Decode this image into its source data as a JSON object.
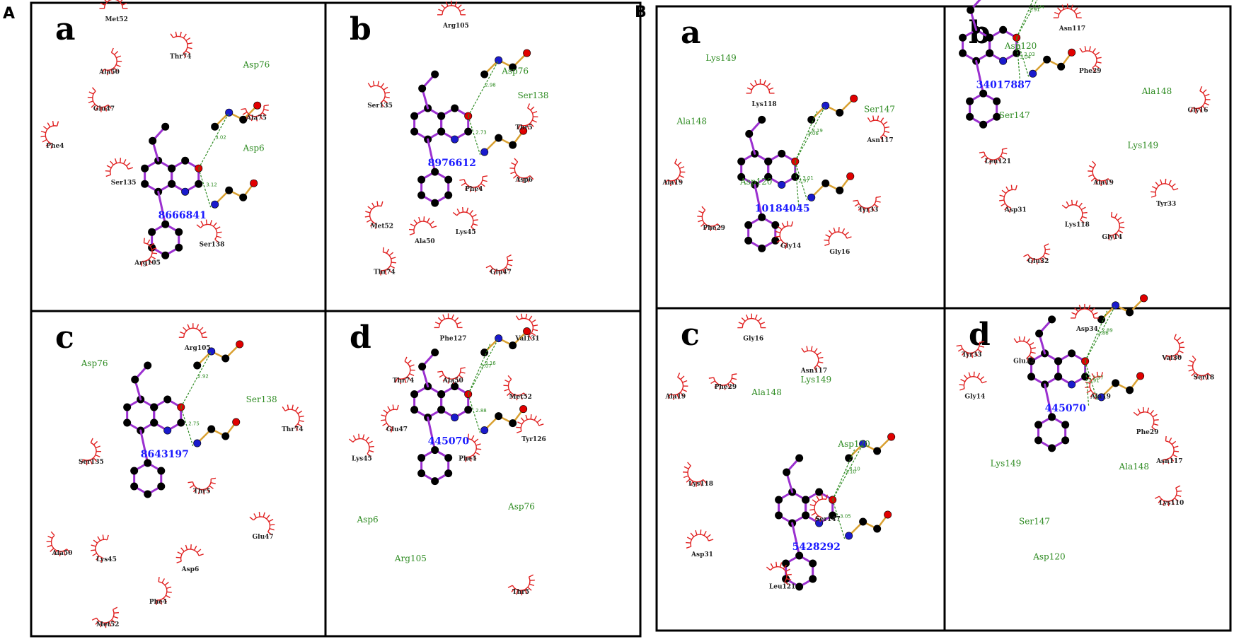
{
  "section_labels": [
    "A",
    "B"
  ],
  "sections": [
    {
      "label": "A",
      "panels": [
        {
          "letter": "a",
          "compound_id": "8666841",
          "hbond_residues": [
            "Asp76",
            "Asp6"
          ],
          "hbond_distances": [
            "3.02",
            "3.12"
          ],
          "hydrophobic_residues": [
            "Met52",
            "Thr74",
            "Ala50",
            "Ala75",
            "Glu47",
            "Phe4",
            "Ser135",
            "Ser138",
            "Arg105"
          ]
        },
        {
          "letter": "b",
          "compound_id": "8976612",
          "hbond_residues": [
            "Asp76",
            "Ser138"
          ],
          "hbond_distances": [
            "2.98",
            "2.73"
          ],
          "hydrophobic_residues": [
            "Arg105",
            "Ser135",
            "Thr5",
            "Phe4",
            "Asp6",
            "Met52",
            "Ala50",
            "Lys45",
            "Thr74",
            "Glu47"
          ]
        },
        {
          "letter": "c",
          "compound_id": "8643197",
          "hbond_residues": [
            "Asp76",
            "Ser138"
          ],
          "hbond_distances": [
            "2.92",
            "2.75"
          ],
          "hydrophobic_residues": [
            "Arg105",
            "Thr74",
            "Ser135",
            "Thr5",
            "Ala50",
            "Lys45",
            "Asp6",
            "Glu47",
            "Phe4",
            "Met52"
          ]
        },
        {
          "letter": "d",
          "compound_id": "445070",
          "hbond_residues": [
            "Asp6",
            "Asp76",
            "Arg105"
          ],
          "hbond_distances": [
            "3.16",
            "2.88",
            "3.07"
          ],
          "hydrophobic_residues": [
            "Phe127",
            "Val131",
            "Thr74",
            "Ala50",
            "Met52",
            "Glu47",
            "Tyr126",
            "Lys45",
            "Phe4",
            "Thr5"
          ]
        }
      ]
    },
    {
      "label": "B",
      "panels": [
        {
          "letter": "a",
          "compound_id": "10184045",
          "hbond_residues": [
            "Lys149",
            "Ala148",
            "Ser147",
            "Asp120"
          ],
          "hbond_distances": [
            "3.19",
            "3.01",
            "3.06",
            "2.97"
          ],
          "hydrophobic_residues": [
            "Lys118",
            "Asn117",
            "Ala19",
            "Tyr33",
            "Phe29",
            "Gly14",
            "Gly16"
          ]
        },
        {
          "letter": "b",
          "compound_id": "34017887",
          "hbond_residues": [
            "Asp120",
            "Ala148",
            "Ser147",
            "Lys149"
          ],
          "hbond_distances": [
            "2.94",
            "3.03",
            "2.91",
            "3.04"
          ],
          "hydrophobic_residues": [
            "Asn117",
            "Phe29",
            "Gly16",
            "Leu121",
            "Ala19",
            "Asp31",
            "Tyr33",
            "Lys118",
            "Gly14",
            "Glu32"
          ]
        },
        {
          "letter": "c",
          "compound_id": "5428292",
          "hbond_residues": [
            "Lys149",
            "Ala148",
            "Asp120"
          ],
          "hbond_distances": [
            "3.10",
            "3.05",
            "3.10"
          ],
          "hydrophobic_residues": [
            "Gly16",
            "Asn117",
            "Ala19",
            "Phe29",
            "Lys118",
            "Ser147",
            "Asp31",
            "Leu121"
          ]
        },
        {
          "letter": "d",
          "compound_id": "445070",
          "hbond_residues": [
            "Lys149",
            "Ala148",
            "Ser147",
            "Asp120"
          ],
          "hbond_distances": [
            "2.89",
            "2.97",
            "2.86",
            "2.91"
          ],
          "hydrophobic_residues": [
            "Asp34",
            "Glu32",
            "Val30",
            "Tyr33",
            "Ser18",
            "Ala19",
            "Gly14",
            "Phe29",
            "Asn117",
            "Lys110"
          ]
        }
      ]
    }
  ],
  "colors": {
    "ligand_bond": "#9b30d0",
    "residue_bond": "#d9a030",
    "carbon": "#000000",
    "oxygen": "#e00000",
    "nitrogen": "#1a1acc",
    "hbond": "#2e8b22",
    "hydrophobic_arc": "#e02020",
    "compound_id_text": "#1a1aff"
  }
}
